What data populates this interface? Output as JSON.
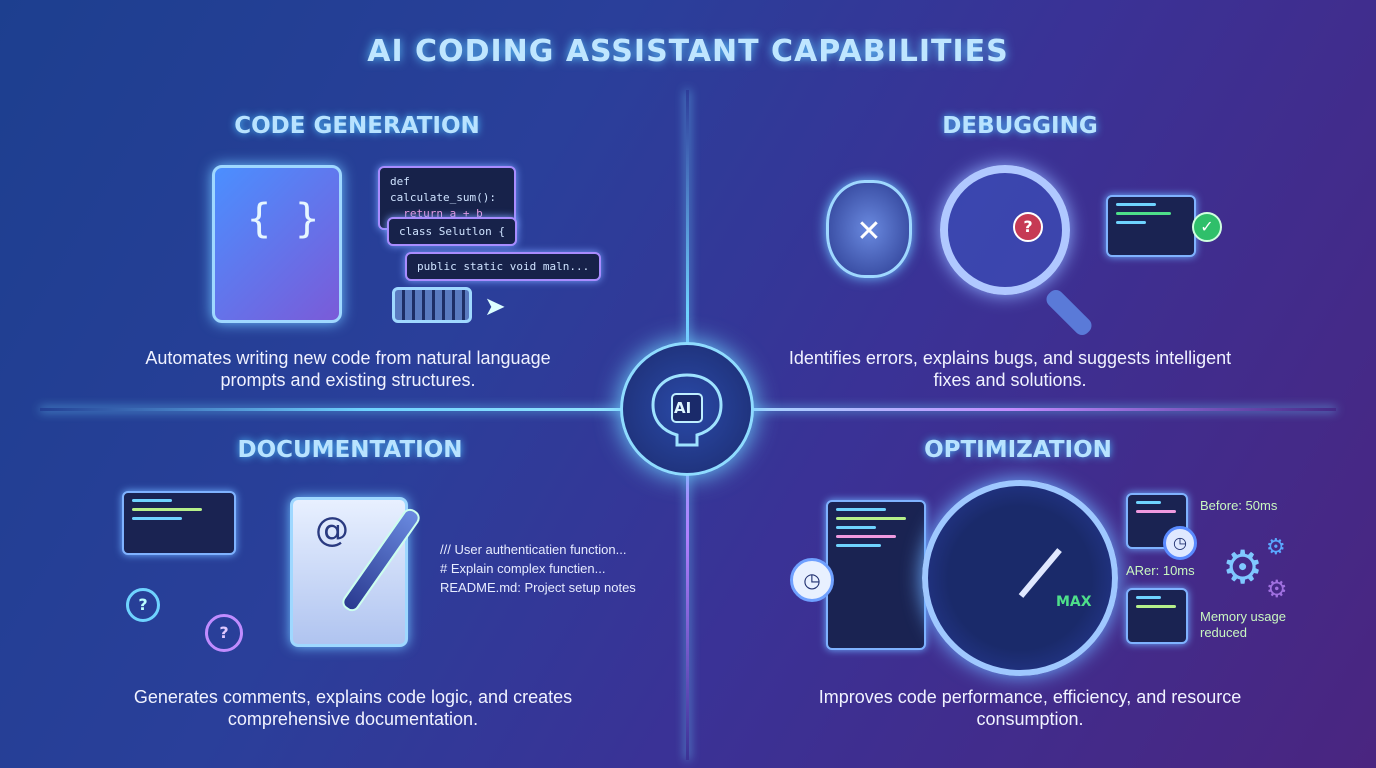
{
  "title": "AI CODING ASSISTANT CAPABILITIES",
  "center": {
    "label": "AI",
    "icon": "brain-chip-icon"
  },
  "sections": {
    "code_generation": {
      "heading": "CODE GENERATION",
      "description": "Automates writing new code from natural language prompts and existing structures.",
      "snippets": [
        "def calculate_sum():",
        "return a + b",
        "class Selutlon {",
        "public static void maln..."
      ]
    },
    "debugging": {
      "heading": "DEBUGGING",
      "description": "Identifies errors, explains bugs, and suggests intelligent fixes and solutions."
    },
    "documentation": {
      "heading": "DOCUMENTATION",
      "description": "Generates comments, explains code logic, and creates comprehensive documentation.",
      "notes": [
        "/// User authenticatien function...",
        "# Explain complex functien...",
        "README.md: Project setup notes"
      ]
    },
    "optimization": {
      "heading": "OPTIMIZATION",
      "description": "Improves code performance, efficiency, and resource consumption.",
      "gauge_label": "MAX",
      "before": "Before: 50ms",
      "after": "ARer: 10ms",
      "memory": "Memory usage reduced"
    }
  },
  "colors": {
    "accent": "#6fd3ff",
    "purple": "#b080ff",
    "success": "#4ee08a",
    "error": "#e0455a"
  }
}
